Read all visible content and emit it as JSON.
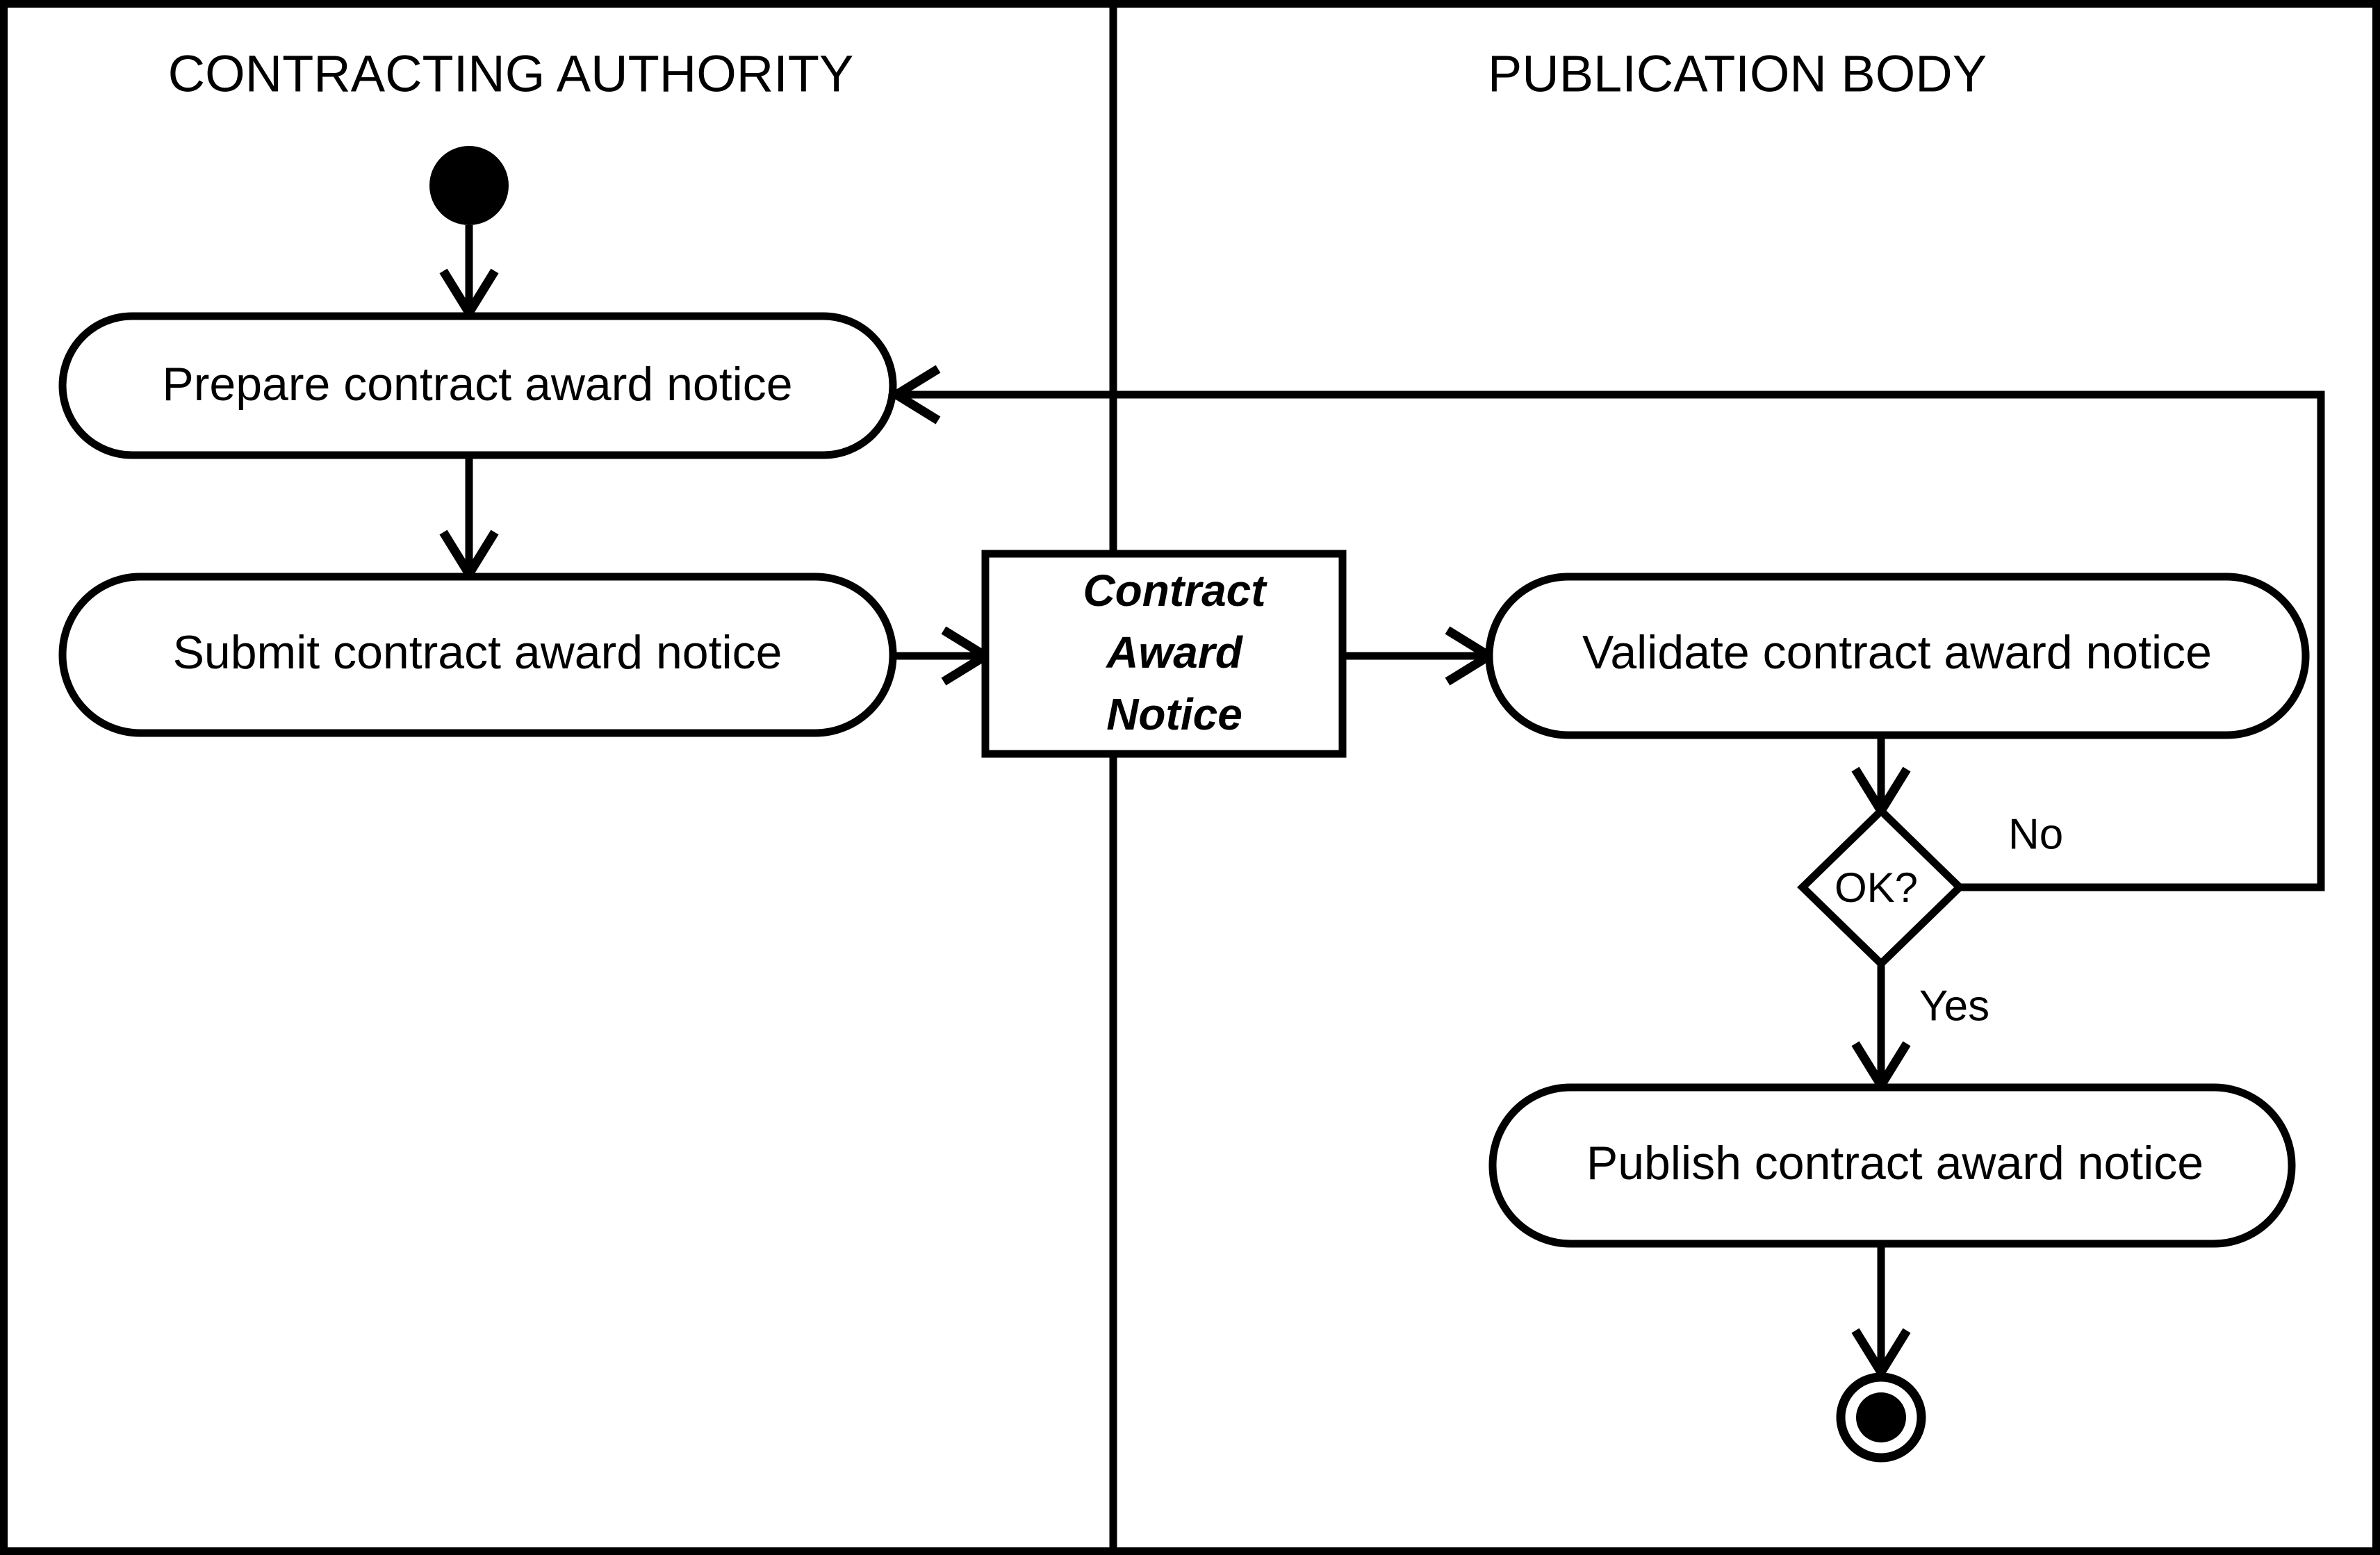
{
  "diagram": {
    "type": "uml-activity-diagram",
    "colors": {
      "stroke": "#000000",
      "background": "#ffffff",
      "fill": "#ffffff"
    },
    "lanes": [
      {
        "id": "contracting-authority",
        "title": "CONTRACTING AUTHORITY"
      },
      {
        "id": "publication-body",
        "title": "PUBLICATION BODY"
      }
    ],
    "nodes": {
      "start": {
        "kind": "initial-node",
        "label": ""
      },
      "prepare": {
        "kind": "action",
        "label": "Prepare contract award notice"
      },
      "submit": {
        "kind": "action",
        "label": "Submit contract award notice"
      },
      "object": {
        "kind": "object-node",
        "line1": "Contract",
        "line2": "Award",
        "line3": "Notice"
      },
      "validate": {
        "kind": "action",
        "label": "Validate contract award notice"
      },
      "decision": {
        "kind": "decision",
        "label": "OK?"
      },
      "publish": {
        "kind": "action",
        "label": "Publish contract award notice"
      },
      "end": {
        "kind": "final-node",
        "label": ""
      }
    },
    "guards": {
      "no": "No",
      "yes": "Yes"
    },
    "edges": [
      {
        "from": "start",
        "to": "prepare",
        "label": ""
      },
      {
        "from": "prepare",
        "to": "submit",
        "label": ""
      },
      {
        "from": "submit",
        "to": "object",
        "label": ""
      },
      {
        "from": "object",
        "to": "validate",
        "label": ""
      },
      {
        "from": "validate",
        "to": "decision",
        "label": ""
      },
      {
        "from": "decision",
        "to": "prepare",
        "label": "No"
      },
      {
        "from": "decision",
        "to": "publish",
        "label": "Yes"
      },
      {
        "from": "publish",
        "to": "end",
        "label": ""
      }
    ]
  }
}
